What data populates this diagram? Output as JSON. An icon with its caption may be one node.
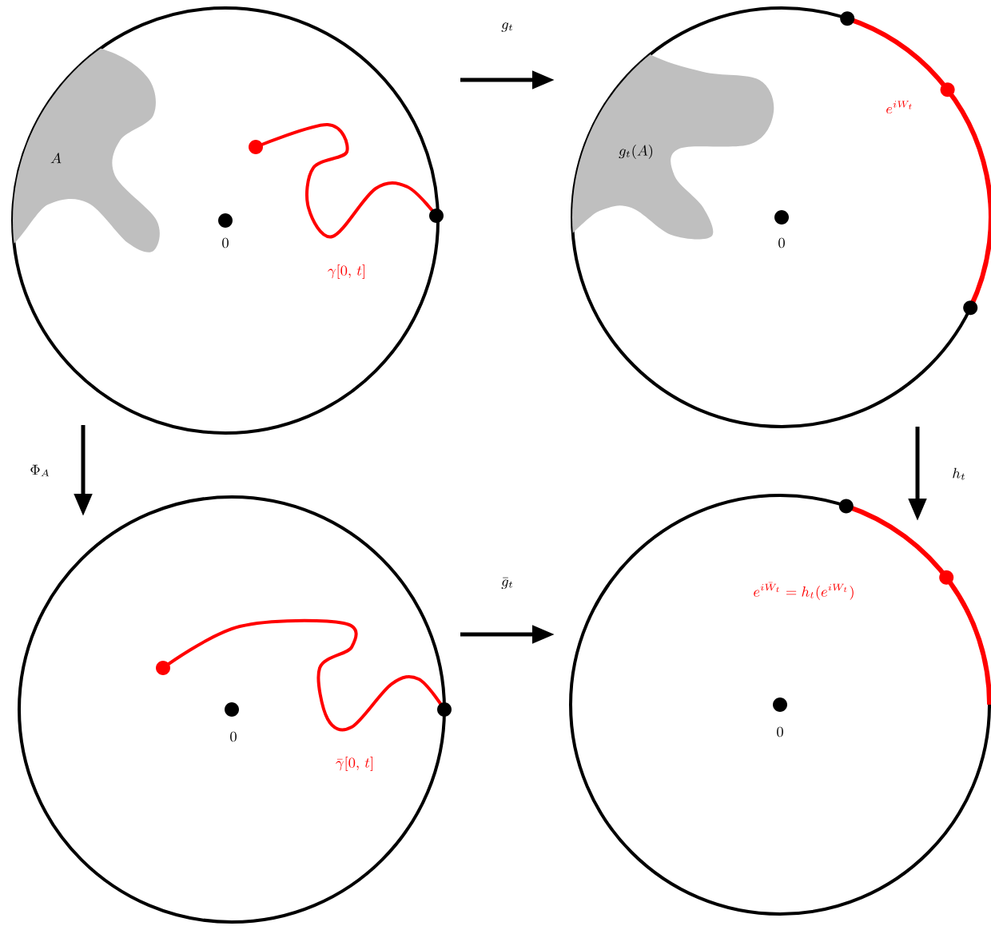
{
  "diagram": {
    "nodes": [
      {
        "text": [
          "A",
          "0",
          "\\gamma[0,\\, t]"
        ]
      },
      {
        "text": [
          "e^{iW_t}",
          "g_t(A)",
          "0"
        ]
      },
      {
        "text": [
          "0",
          "\\bar\\gamma[0,\\, t]"
        ]
      },
      {
        "text": [
          "e^{i\\bar W_t} = h_t(e^{iW_t})",
          "0"
        ]
      }
    ],
    "edges": [
      {
        "from": 0,
        "to": 1,
        "arrow": "to",
        "label": "g_t"
      },
      {
        "from": 0,
        "to": 2,
        "arrow": "to",
        "label": "\\Phi_A"
      },
      {
        "from": 1,
        "to": 3,
        "arrow": "to",
        "label": "h_t"
      },
      {
        "from": 2,
        "to": 3,
        "arrow": "to",
        "label": "\\bar g_t"
      }
    ]
  }
}
